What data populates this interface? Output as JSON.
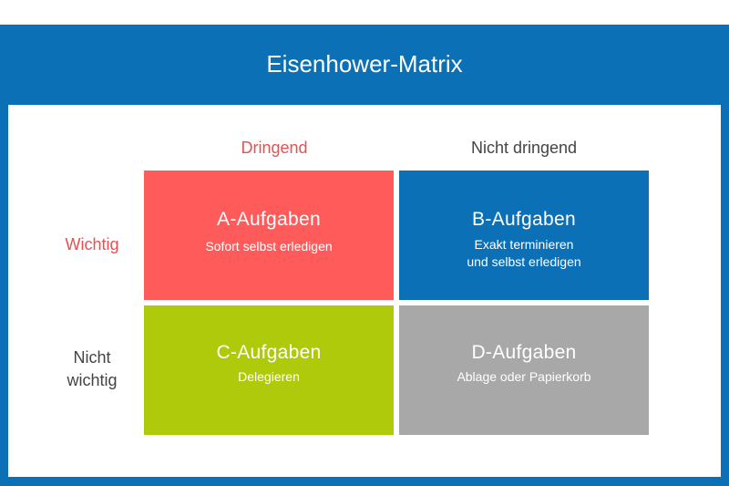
{
  "title": "Eisenhower-Matrix",
  "colors": {
    "frame": "#0b70b6",
    "accent_red": "#e94f50",
    "quadrant_a": "#ff5b5b",
    "quadrant_b": "#0b70b6",
    "quadrant_c": "#afca0b",
    "quadrant_d": "#a8a8a8"
  },
  "columns": {
    "urgent": "Dringend",
    "not_urgent": "Nicht dringend"
  },
  "rows": {
    "important": "Wichtig",
    "not_important_line1": "Nicht",
    "not_important_line2": "wichtig"
  },
  "quadrants": {
    "a": {
      "title": "A-Aufgaben",
      "desc": "Sofort selbst erledigen"
    },
    "b": {
      "title": "B-Aufgaben",
      "desc_line1": "Exakt terminieren",
      "desc_line2": "und selbst erledigen"
    },
    "c": {
      "title": "C-Aufgaben",
      "desc": "Delegieren"
    },
    "d": {
      "title": "D-Aufgaben",
      "desc": "Ablage oder Papierkorb"
    }
  }
}
